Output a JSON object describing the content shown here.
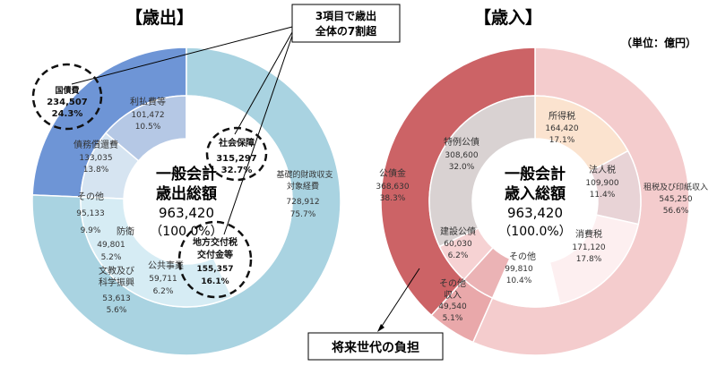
{
  "unit_note": "（単位：億円）",
  "callout_top": {
    "line1": "3項目で歳出",
    "line2": "全体の7割超"
  },
  "callout_bottom": "将来世代の負担",
  "chart_data": [
    {
      "type": "pie",
      "title": "【歳出】",
      "center": {
        "line1": "一般会計",
        "line2": "歳出総額",
        "total": "963,420",
        "pct": "（100.0%）"
      },
      "outer": [
        {
          "name": "国債費",
          "value": 234507,
          "pct": "24.3%",
          "color": "#6e95d6"
        },
        {
          "name": "基礎的財政収支対象経費",
          "value": 728912,
          "pct": "75.7%",
          "color": "#a9d3e1"
        }
      ],
      "inner": [
        {
          "name": "利払費等",
          "value": 101472,
          "pct": "10.5%",
          "color": "#d6e4f1"
        },
        {
          "name": "債務償還費",
          "value": 133035,
          "pct": "13.8%",
          "color": "#b5c8e5"
        },
        {
          "name": "その他",
          "value": 95133,
          "pct": "9.9%",
          "color": "#ffffff"
        },
        {
          "name": "防衛",
          "value": 49801,
          "pct": "5.2%",
          "color": "#ffffff"
        },
        {
          "name": "文教及び科学振興",
          "value": 53613,
          "pct": "5.6%",
          "color": "#ffffff"
        },
        {
          "name": "公共事業",
          "value": 59711,
          "pct": "6.2%",
          "color": "#ffffff"
        },
        {
          "name": "地方交付税交付金等",
          "value": 155357,
          "pct": "16.1%",
          "color": "#ffffff"
        },
        {
          "name": "社会保障",
          "value": 315297,
          "pct": "32.7%",
          "color": "#d6ecf4"
        }
      ],
      "labels": {
        "kokusai": {
          "name": "国債費",
          "value": "234,507",
          "pct": "24.3%"
        },
        "kisoteki": {
          "line1": "基礎的財政収支",
          "line2": "対象経費",
          "value": "728,912",
          "pct": "75.7%"
        },
        "riharai": {
          "name": "利払費等",
          "value": "101,472",
          "pct": "10.5%"
        },
        "saimu": {
          "name": "債務償還費",
          "value": "133,035",
          "pct": "13.8%"
        },
        "sonota": {
          "name": "その他",
          "value": "95,133",
          "pct": "9.9%"
        },
        "boei": {
          "name": "防衛",
          "value": "49,801",
          "pct": "5.2%"
        },
        "bunkyo": {
          "line1": "文教及び",
          "line2": "科学振興",
          "value": "53,613",
          "pct": "5.6%"
        },
        "kokyo": {
          "name": "公共事業",
          "value": "59,711",
          "pct": "6.2%"
        },
        "chiho": {
          "line1": "地方交付税",
          "line2": "交付金等",
          "value": "155,357",
          "pct": "16.1%"
        },
        "shakai": {
          "name": "社会保障",
          "value": "315,297",
          "pct": "32.7%"
        }
      }
    },
    {
      "type": "pie",
      "title": "【歳入】",
      "center": {
        "line1": "一般会計",
        "line2": "歳入総額",
        "total": "963,420",
        "pct": "（100.0%）"
      },
      "outer": [
        {
          "name": "租税及び印紙収入",
          "value": 545250,
          "pct": "56.6%",
          "color": "#f4cccd"
        },
        {
          "name": "その他収入",
          "value": 49540,
          "pct": "5.1%",
          "color": "#e9a8aa"
        },
        {
          "name": "公債金",
          "value": 368630,
          "pct": "38.3%",
          "color": "#cc6366"
        }
      ],
      "inner": [
        {
          "name": "所得税",
          "value": 164420,
          "pct": "17.1%",
          "color": "#fbe3cf"
        },
        {
          "name": "法人税",
          "value": 109900,
          "pct": "11.4%",
          "color": "#e8d3d6"
        },
        {
          "name": "消費税",
          "value": 171120,
          "pct": "17.8%",
          "color": "#fdeff0"
        },
        {
          "name": "その他",
          "value": 99810,
          "pct": "10.4%",
          "color": "#ffffff"
        },
        {
          "name": "その他収入",
          "value": 49540,
          "pct": "5.1%",
          "color": "#ebb3b5"
        },
        {
          "name": "建設公債",
          "value": 60030,
          "pct": "6.2%",
          "color": "#f6d2d3"
        },
        {
          "name": "特例公債",
          "value": 308600,
          "pct": "32.0%",
          "color": "#d9d2d2"
        }
      ],
      "labels": {
        "sozei": {
          "line1": "租税及び印紙収入",
          "value": "545,250",
          "pct": "56.6%"
        },
        "kosaikin": {
          "name": "公債金",
          "value": "368,630",
          "pct": "38.3%"
        },
        "shotoku": {
          "name": "所得税",
          "value": "164,420",
          "pct": "17.1%"
        },
        "hojin": {
          "name": "法人税",
          "value": "109,900",
          "pct": "11.4%"
        },
        "shohi": {
          "name": "消費税",
          "value": "171,120",
          "pct": "17.8%"
        },
        "sonota": {
          "name": "その他",
          "value": "99,810",
          "pct": "10.4%"
        },
        "sonotashunyu": {
          "line1": "その他",
          "line2": "収入",
          "value": "49,540",
          "pct": "5.1%"
        },
        "kensetsu": {
          "name": "建設公債",
          "value": "60,030",
          "pct": "6.2%"
        },
        "tokurei": {
          "name": "特例公債",
          "value": "308,600",
          "pct": "32.0%"
        }
      }
    }
  ]
}
